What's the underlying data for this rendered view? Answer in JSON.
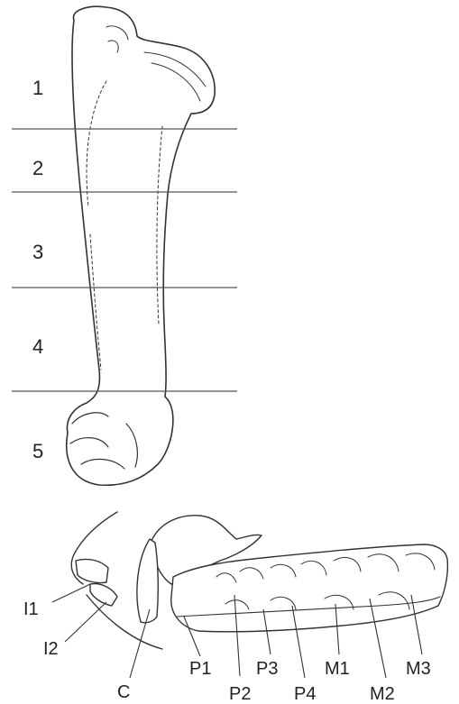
{
  "humerus": {
    "zones": [
      "1",
      "2",
      "3",
      "4",
      "5"
    ]
  },
  "jaw": {
    "teeth": [
      "I1",
      "I2",
      "C",
      "P1",
      "P2",
      "P3",
      "P4",
      "M1",
      "M2",
      "M3"
    ]
  },
  "colors": {
    "ink": "#222222",
    "line": "#555555",
    "background": "#ffffff"
  }
}
